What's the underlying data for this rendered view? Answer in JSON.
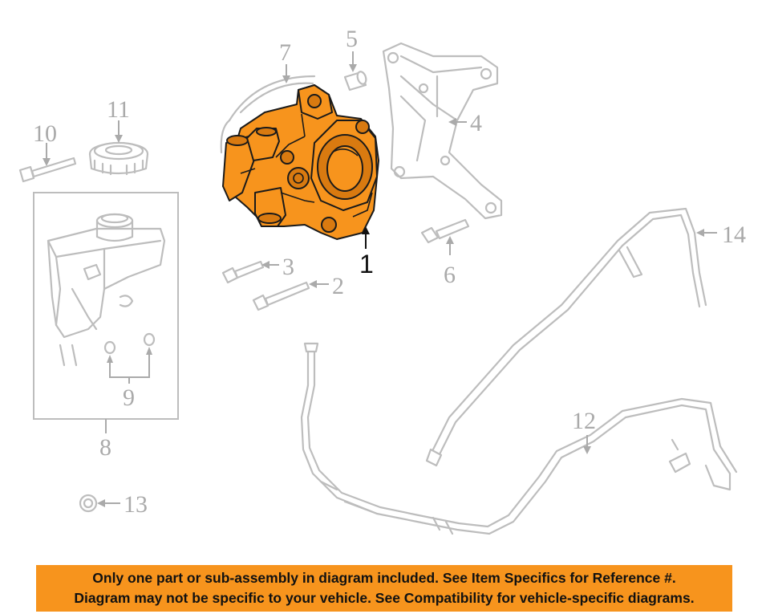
{
  "callouts": {
    "c1": "1",
    "c2": "2",
    "c3": "3",
    "c4": "4",
    "c5": "5",
    "c6": "6",
    "c7": "7",
    "c8": "8",
    "c9": "9",
    "c10": "10",
    "c11": "11",
    "c12": "12",
    "c13": "13",
    "c14": "14"
  },
  "highlight_color": "#f7941d",
  "banner": {
    "line1": "Only one part or sub-assembly in diagram included. See Item Specifics for Reference #.",
    "line2": "Diagram may not be specific to your vehicle. See Compatibility for vehicle-specific diagrams."
  }
}
